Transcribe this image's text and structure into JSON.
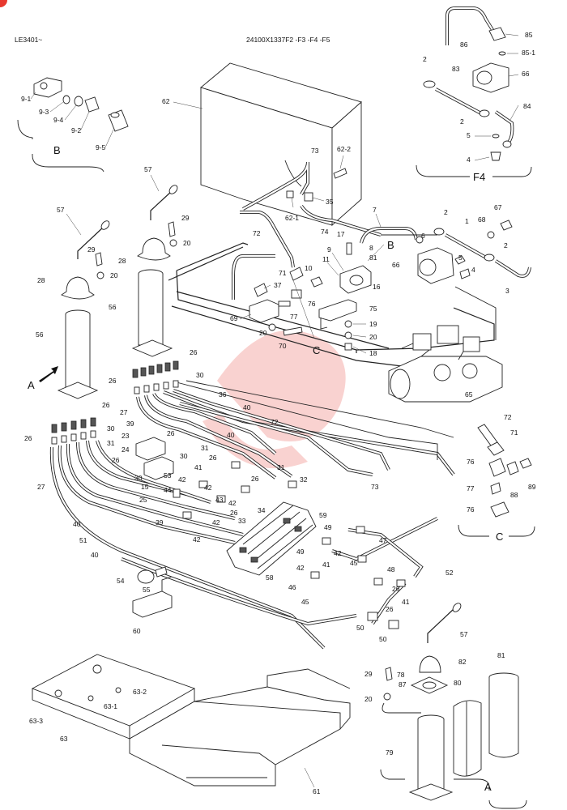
{
  "header": {
    "doc_code": "LE3401~",
    "assembly_no": "24100X1337F2 -F3 -F4 -F5"
  },
  "groups": {
    "A": "A",
    "B": "B",
    "C": "C",
    "F4": "F4"
  },
  "colors": {
    "line": "#222222",
    "watermark": "#e8392f",
    "corner_badge": "#e8392f"
  },
  "labels": {
    "l1": "1",
    "l2a": "2",
    "l2b": "2",
    "l2c": "2",
    "l2d": "2",
    "l3": "3",
    "l4a": "4",
    "l4b": "4",
    "l5a": "5",
    "l5b": "5",
    "l6": "6",
    "l7": "7",
    "l8": "8",
    "l81": "81",
    "l91": "9-1",
    "l92": "9-2",
    "l93": "9-3",
    "l94": "9-4",
    "l95": "9-5",
    "l9": "9",
    "l10": "10",
    "l11": "11",
    "l15": "15",
    "l16": "16",
    "l17": "17",
    "l18": "18",
    "l19": "19",
    "l20a": "20",
    "l20b": "20",
    "l20c": "20",
    "l20d": "20",
    "l20e": "20",
    "l23": "23",
    "l24": "24",
    "l25": "25",
    "l26a": "26",
    "l26b": "26",
    "l26c": "26",
    "l26d": "26",
    "l26e": "26",
    "l26f": "26",
    "l26g": "26",
    "l26h": "26",
    "l26i": "26",
    "l26j": "26",
    "l26k": "26",
    "l27a": "27",
    "l27b": "27",
    "l28a": "28",
    "l28b": "28",
    "l29a": "29",
    "l29b": "29",
    "l29c": "29",
    "l30a": "30",
    "l30b": "30",
    "l30c": "30",
    "l30d": "30",
    "l31a": "31",
    "l31b": "31",
    "l31c": "31",
    "l32": "32",
    "l33": "33",
    "l34": "34",
    "l35": "35",
    "l36": "36",
    "l37": "37",
    "l39a": "39",
    "l39b": "39",
    "l40a": "40",
    "l40b": "40",
    "l40c": "40",
    "l40d": "40",
    "l41a": "41",
    "l41b": "41",
    "l41c": "41",
    "l42a": "42",
    "l42b": "42",
    "l42c": "42",
    "l42d": "42",
    "l42e": "42",
    "l42f": "42",
    "l43": "43",
    "l44": "44",
    "l45a": "45",
    "l45b": "45",
    "l46": "46",
    "l47": "47",
    "l48": "48",
    "l49a": "49",
    "l49b": "49",
    "l50a": "50",
    "l50b": "50",
    "l51": "51",
    "l52": "52",
    "l53": "53",
    "l54": "54",
    "l55": "55",
    "l56a": "56",
    "l56b": "56",
    "l57a": "57",
    "l57b": "57",
    "l57c": "57",
    "l58": "58",
    "l59": "59",
    "l60": "60",
    "l61": "61",
    "l62": "62",
    "l621": "62-1",
    "l622": "62-2",
    "l63": "63",
    "l631": "63-1",
    "l632": "63-2",
    "l633": "63-3",
    "l65": "65",
    "l66a": "66",
    "l66b": "66",
    "l67": "67",
    "l68": "68",
    "l69": "69",
    "l70": "70",
    "l71a": "71",
    "l71b": "71",
    "l72a": "72",
    "l72b": "72",
    "l72c": "72",
    "l73a": "73",
    "l73b": "73",
    "l74": "74",
    "l75": "75",
    "l76a": "76",
    "l76b": "76",
    "l76c": "76",
    "l77a": "77",
    "l77b": "77",
    "l78": "78",
    "l79": "79",
    "l80": "80",
    "l82": "82",
    "l83": "83",
    "l84": "84",
    "l85": "85",
    "l851": "85-1",
    "l86": "86",
    "l87": "87",
    "l88": "88",
    "l89": "89",
    "lB2": "B",
    "lC2": "C",
    "lA2": "A"
  }
}
